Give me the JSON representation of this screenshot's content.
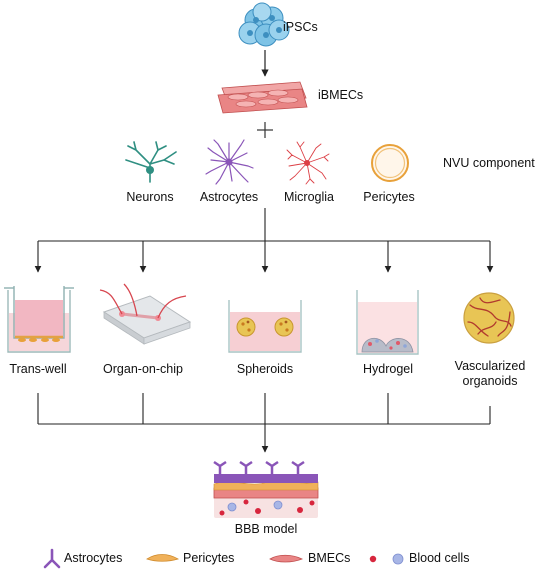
{
  "source": {
    "ipsc": "iPSCs",
    "ibmec": "iBMECs"
  },
  "nvu": {
    "title": "NVU component",
    "cells": [
      {
        "key": "neurons",
        "label": "Neurons"
      },
      {
        "key": "astrocytes",
        "label": "Astrocytes"
      },
      {
        "key": "microglia",
        "label": "Microglia"
      },
      {
        "key": "pericytes",
        "label": "Pericytes"
      }
    ]
  },
  "models": [
    {
      "key": "trans-well",
      "label": "Trans-well"
    },
    {
      "key": "organ-on-chip",
      "label": "Organ-on-chip"
    },
    {
      "key": "spheroids",
      "label": "Spheroids"
    },
    {
      "key": "hydrogel",
      "label": "Hydrogel"
    },
    {
      "key": "vascularized-organoids",
      "label": "Vascularized organoids"
    }
  ],
  "result": {
    "label": "BBB model"
  },
  "legend": [
    {
      "key": "astrocytes",
      "label": "Astrocytes"
    },
    {
      "key": "pericytes",
      "label": "Pericytes"
    },
    {
      "key": "bmecs",
      "label": "BMECs"
    },
    {
      "key": "blood-cells",
      "label": "Blood cells"
    }
  ],
  "colors": {
    "line": "#222222",
    "ipsc": "#7ec3e6",
    "ipsc_dark": "#3d8fc0",
    "bmec": "#e98585",
    "bmec_dark": "#c14f4f",
    "neuron": "#2f8f82",
    "astrocyte": "#8a55b8",
    "microglia": "#dc3f45",
    "pericyte": "#e8a13a",
    "pink": "#f6cfd3",
    "organoid": "#e8c555",
    "blood": "#d7263d",
    "blood_blue": "#a8b6e6"
  }
}
